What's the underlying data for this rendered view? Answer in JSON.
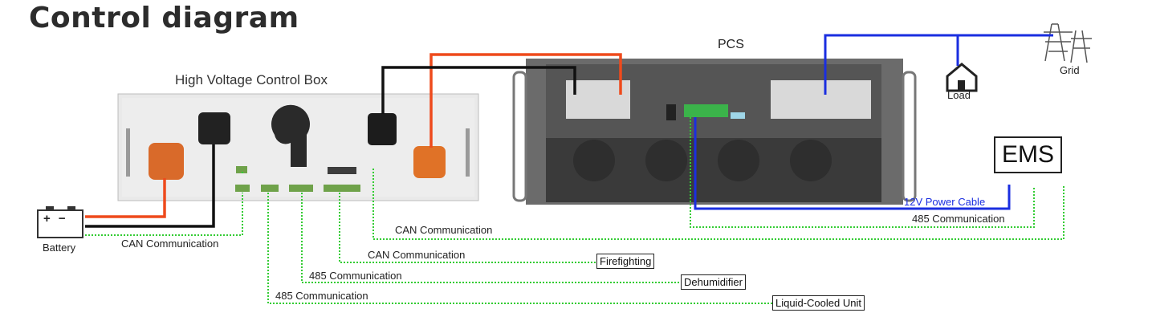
{
  "title": "Control diagram",
  "labels": {
    "pcs": "PCS",
    "hv_box": "High Voltage Control Box",
    "battery": "Battery",
    "load": "Load",
    "grid": "Grid",
    "ems": "EMS",
    "power_cable": "12V Power Cable",
    "can_battery": "CAN Communication",
    "can_ems": "CAN Communication",
    "can_fire": "CAN Communication",
    "comm485_ems": "485 Communication",
    "comm485_dehum": "485 Communication",
    "comm485_liquid": "485 Communication",
    "firefighting": "Firefighting",
    "dehumidifier": "Dehumidifier",
    "liquid_cooled": "Liquid-Cooled Unit",
    "battery_sign": "+ −"
  },
  "colors": {
    "dc_positive": "#ee4a1c",
    "dc_negative": "#111111",
    "ac": "#1a2ee0",
    "comm": "#33cc33"
  }
}
